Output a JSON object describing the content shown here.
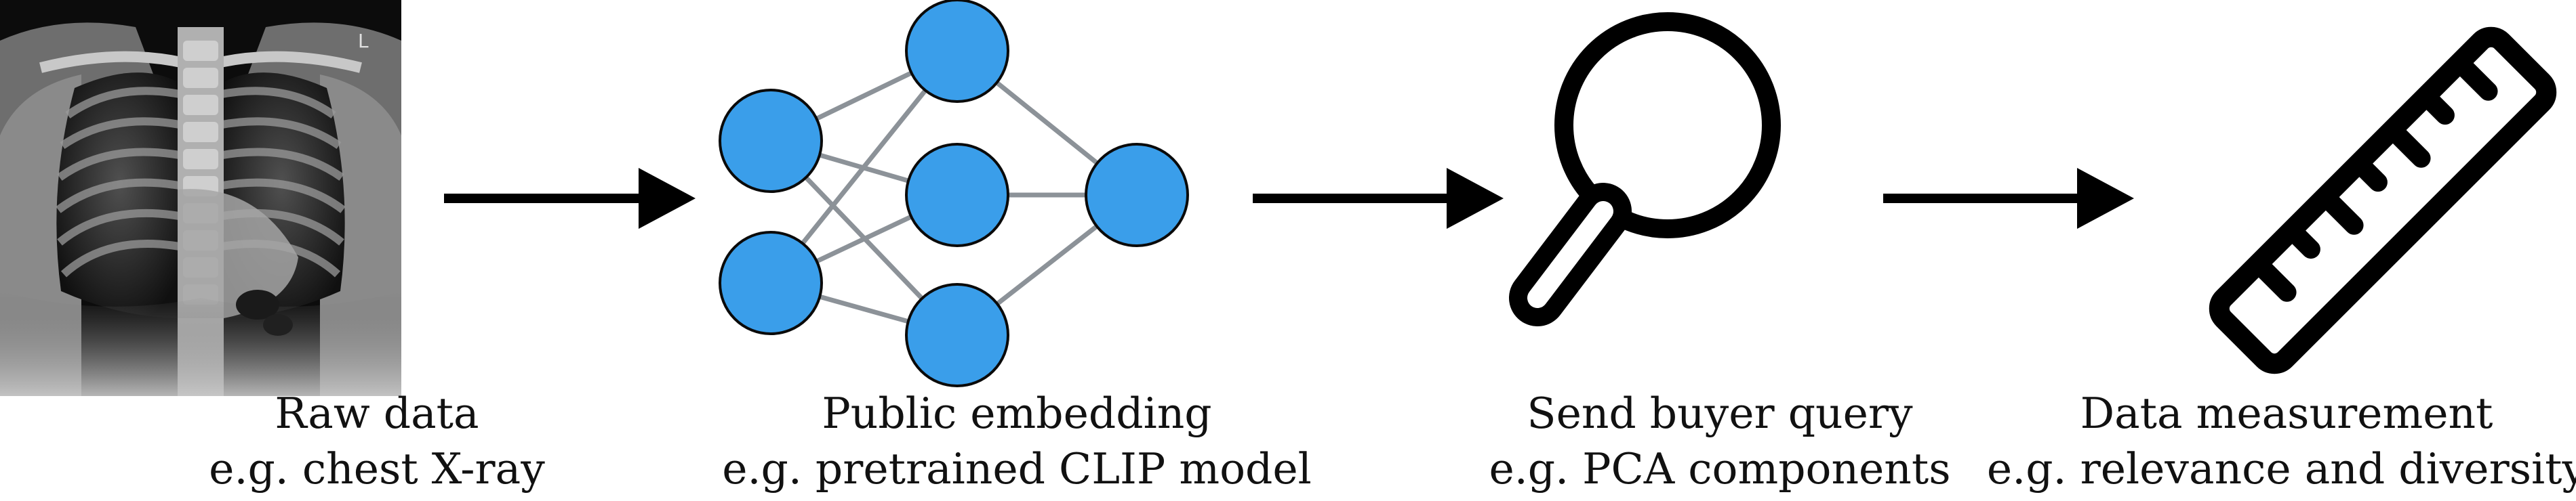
{
  "colors": {
    "node_fill": "#3a9eea",
    "node_stroke": "#0a0a0a",
    "edge": "#8c9298",
    "arrow": "#000000",
    "icon": "#000000"
  },
  "icons": [
    "chest-xray-image",
    "neural-network-icon",
    "magnifier-icon",
    "ruler-icon"
  ],
  "stages": [
    {
      "title": "Raw data",
      "example": "e.g. chest X-ray"
    },
    {
      "title": "Public embedding",
      "example": "e.g. pretrained CLIP model"
    },
    {
      "title": "Send buyer query",
      "example": "e.g. PCA components"
    },
    {
      "title": "Data measurement",
      "example": "e.g. relevance and diversity"
    }
  ]
}
